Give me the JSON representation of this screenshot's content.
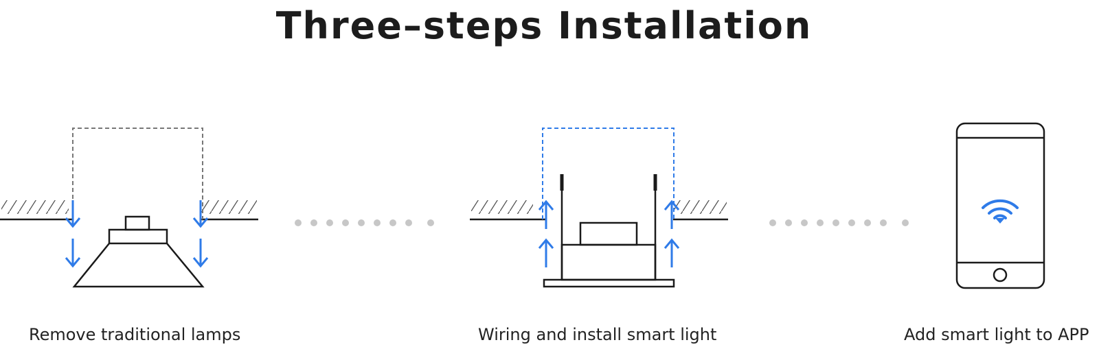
{
  "title": "Three–steps Installation",
  "steps": [
    {
      "caption": "Remove traditional lamps",
      "illustration": "recessed-lamp-removal"
    },
    {
      "caption": "Wiring and install smart light",
      "illustration": "smart-light-install"
    },
    {
      "caption": "Add smart light to APP",
      "illustration": "smartphone-wifi"
    }
  ],
  "colors": {
    "accent": "#2f7be8",
    "line": "#1a1a1a",
    "dots": "#c7c7c7",
    "dash_gray": "#777777"
  }
}
